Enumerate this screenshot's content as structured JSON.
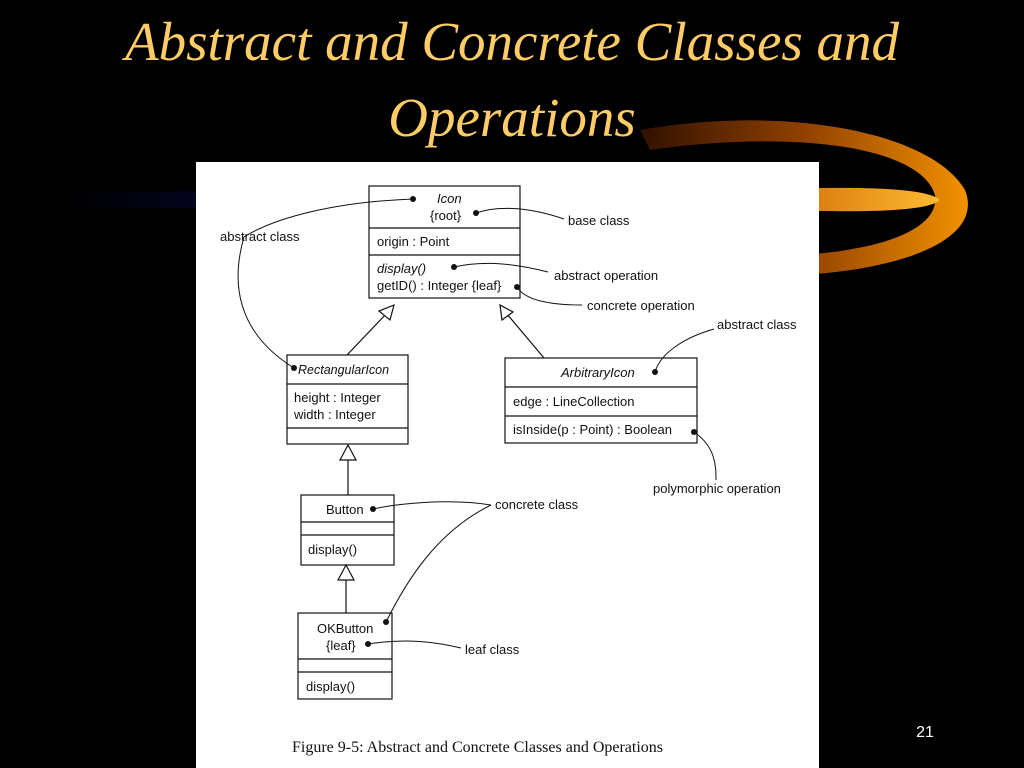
{
  "slide": {
    "title_line1": "Abstract and Concrete Classes and",
    "title_line2": "Operations",
    "slide_number": "21",
    "caption": "Figure 9-5: Abstract and Concrete Classes and Operations"
  },
  "colors": {
    "background": "#000000",
    "title": "#ffcc66",
    "swoosh_orange": "#ff9900",
    "swoosh_blue": "#1a1a66"
  },
  "diagram": {
    "classes": {
      "icon": {
        "name": "Icon",
        "property": "{root}",
        "attribute": "origin : Point",
        "op1": "display()",
        "op2": "getID() : Integer {leaf}"
      },
      "rectangular_icon": {
        "name": "RectangularIcon",
        "attr1": "height : Integer",
        "attr2": "width : Integer"
      },
      "arbitrary_icon": {
        "name": "ArbitraryIcon",
        "attribute": "edge : LineCollection",
        "operation": "isInside(p : Point) : Boolean"
      },
      "button": {
        "name": "Button",
        "operation": "display()"
      },
      "ok_button": {
        "name": "OKButton",
        "property": "{leaf}",
        "operation": "display()"
      }
    },
    "notes": {
      "abstract_class_left": "abstract class",
      "base_class": "base class",
      "abstract_operation": "abstract operation",
      "concrete_operation": "concrete operation",
      "abstract_class_right": "abstract class",
      "polymorphic_operation": "polymorphic operation",
      "concrete_class": "concrete class",
      "leaf_class": "leaf class"
    }
  }
}
